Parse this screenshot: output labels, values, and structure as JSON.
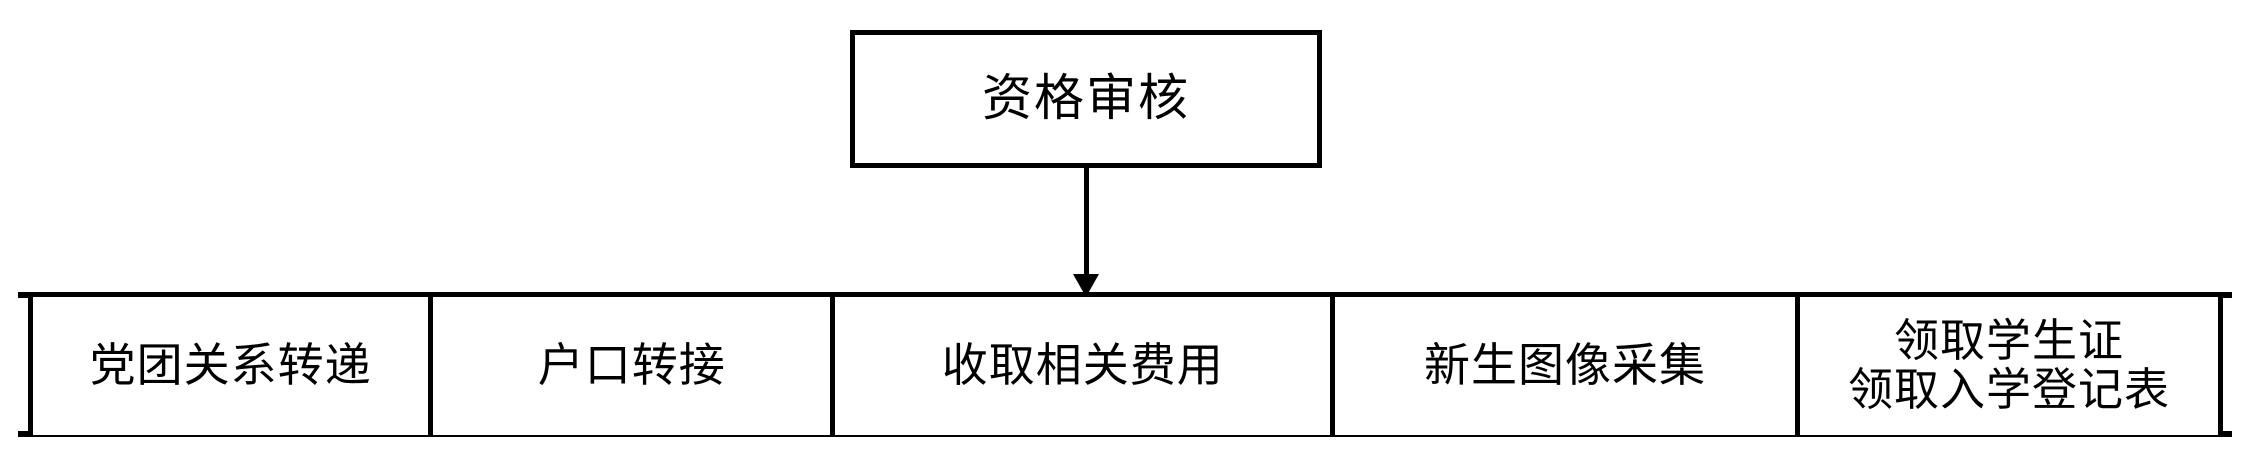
{
  "diagram": {
    "type": "flowchart",
    "orientation": "top-down",
    "title_node": {
      "label": "资格审核"
    },
    "connector": {
      "kind": "arrow",
      "direction": "down",
      "from": "资格审核",
      "to": "收取相关费用"
    },
    "process_row": {
      "cells": [
        {
          "label": "党团关系转递",
          "lines": [
            "党团关系转递"
          ]
        },
        {
          "label": "户口转接",
          "lines": [
            "户口转接"
          ]
        },
        {
          "label": "收取相关费用",
          "lines": [
            "收取相关费用"
          ]
        },
        {
          "label": "新生图像采集",
          "lines": [
            "新生图像采集"
          ]
        },
        {
          "label": "领取学生证\n领取入学登记表",
          "lines": [
            "领取学生证",
            "领取入学登记表"
          ]
        }
      ]
    },
    "colors": {
      "stroke": "#000000",
      "fill": "#ffffff",
      "text": "#000000"
    }
  }
}
